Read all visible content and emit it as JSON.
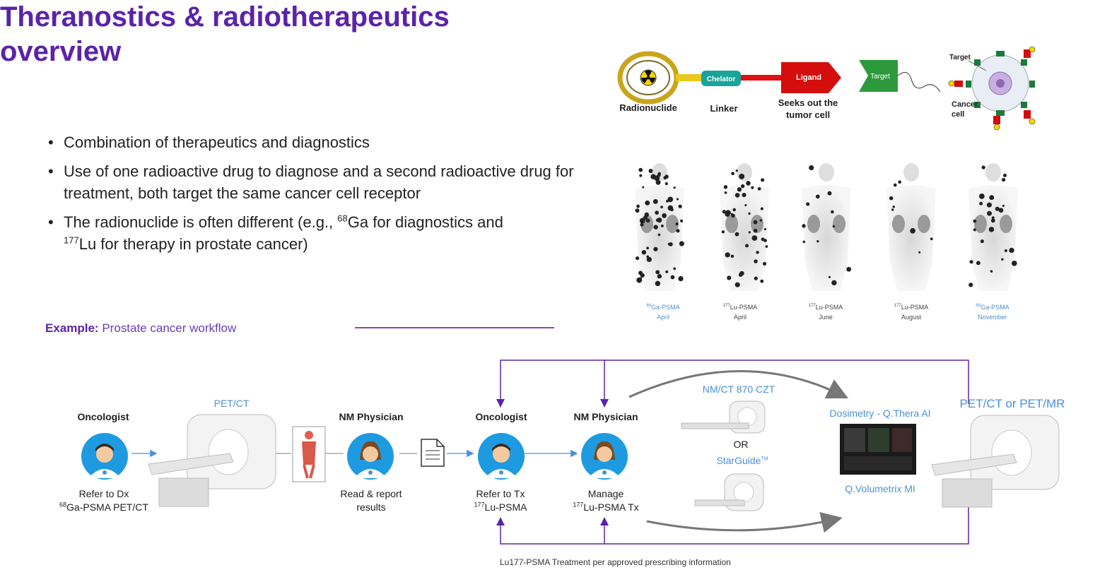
{
  "title": "Theranostics & radiotherapeutics overview",
  "bullets": [
    {
      "text": "Combination of therapeutics and diagnostics"
    },
    {
      "text": "Use of one radioactive drug to diagnose and a second radioactive drug for treatment, both target the same cancer cell receptor"
    },
    {
      "pre": "The radionuclide is often different (e.g., ",
      "sup1": "68",
      "mid": "Ga for diagnostics and ",
      "sup2": "177",
      "post": "Lu for therapy in prostate cancer)"
    }
  ],
  "molecule": {
    "radionuclide": "Radionuclide",
    "chelator": "Chelator",
    "linker": "Linker",
    "ligand": "Ligand",
    "seeks_line1": "Seeks out the",
    "seeks_line2": "tumor cell",
    "target_block": "Target",
    "target_label": "Target",
    "cancer_line1": "Cancer",
    "cancer_line2": "cell"
  },
  "scans": [
    {
      "tracer_sup": "68",
      "tracer": "Ga-PSMA",
      "month": "April",
      "color": "#4a90d9"
    },
    {
      "tracer_sup": "177",
      "tracer": "Lu-PSMA",
      "month": "April",
      "color": "#444444"
    },
    {
      "tracer_sup": "177",
      "tracer": "Lu-PSMA",
      "month": "June",
      "color": "#444444"
    },
    {
      "tracer_sup": "177",
      "tracer": "Lu-PSMA",
      "month": "August",
      "color": "#444444"
    },
    {
      "tracer_sup": "68",
      "tracer": "Ga-PSMA",
      "month": "November",
      "color": "#4a90d9"
    }
  ],
  "example": {
    "bold": "Example:",
    "text": "Prostate cancer workflow"
  },
  "workflow": {
    "oncologist1": "Oncologist",
    "oncologist1_note_line1": "Refer to Dx",
    "oncologist1_note_sup": "68",
    "oncologist1_note_line2": "Ga-PSMA PET/CT",
    "petct_label": "PET/CT",
    "nm1": "NM Physician",
    "nm1_note_line1": "Read & report",
    "nm1_note_line2": "results",
    "oncologist2": "Oncologist",
    "oncologist2_note_line1": "Refer to Tx",
    "oncologist2_note_sup": "177",
    "oncologist2_note_line2": "Lu-PSMA",
    "nm2": "NM Physician",
    "nm2_note_line1": "Manage",
    "nm2_note_sup": "177",
    "nm2_note_line2": "Lu-PSMA Tx",
    "nmct_label": "NM/CT 870 CZT",
    "or_label": "OR",
    "starguide_label": "StarGuide",
    "starguide_tm": "TM",
    "dosimetry_label": "Dosimetry - Q.Thera AI",
    "qvolumetrix_label": "Q.Volumetrix MI",
    "petct_or_mr_label": "PET/CT or PET/MR"
  },
  "footer": "Lu177-PSMA  Treatment per approved prescribing information",
  "colors": {
    "purple": "#5b23a8",
    "blue": "#4a90d9",
    "avatar": "#1e9be0",
    "line": "#7a4cc4"
  }
}
